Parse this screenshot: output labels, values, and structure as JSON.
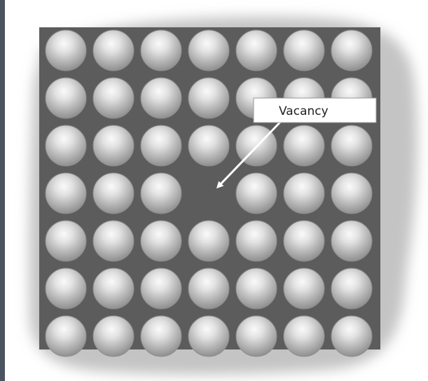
{
  "diagram": {
    "label": "Vacancy",
    "colors": {
      "frame": "#4a5561",
      "paper": "#ffffff",
      "halo": "#c4c4c4",
      "lattice": "#5c5c5c",
      "atom_edge": "#8d8d8d",
      "atom_light": "#f5f5f5"
    },
    "lattice": {
      "rows": 7,
      "cols": 7,
      "vacancy": {
        "row": 4,
        "col": 4
      }
    }
  }
}
